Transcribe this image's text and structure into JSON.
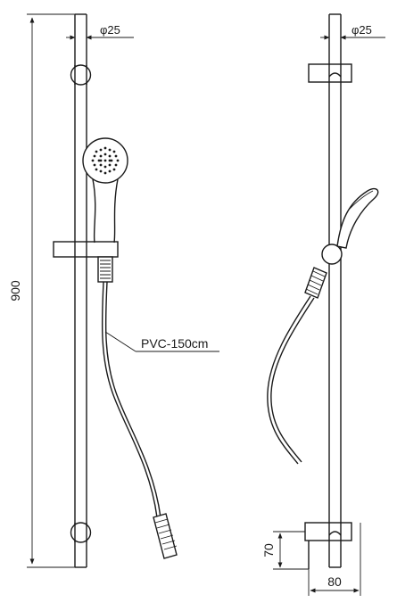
{
  "labels": {
    "total_height": "900",
    "rail_diameter_front": "φ25",
    "rail_diameter_side": "φ25",
    "hose": "PVC-150cm",
    "bracket_height": "70",
    "bracket_depth": "80"
  },
  "colors": {
    "line": "#1a1a1a",
    "background": "#ffffff"
  }
}
